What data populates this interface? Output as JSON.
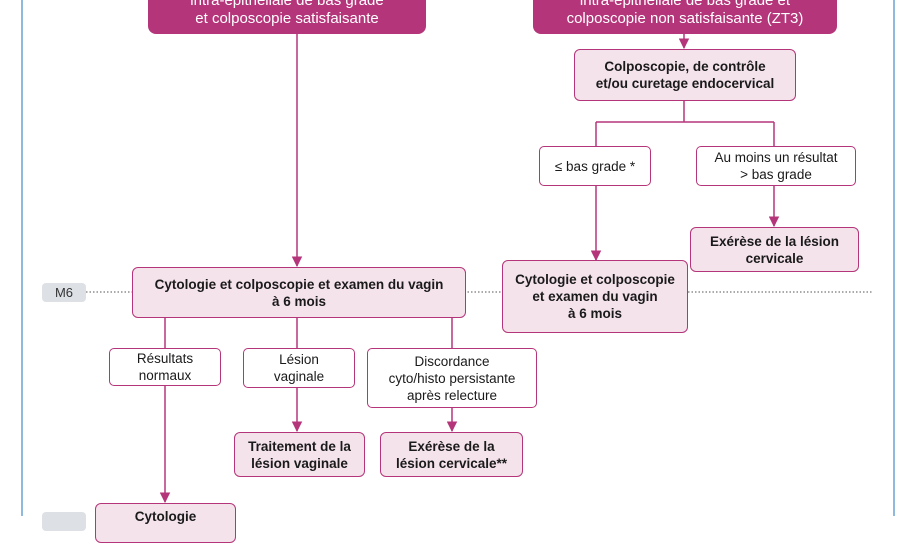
{
  "colors": {
    "accent": "#b5357a",
    "action_fill": "#f5e3ec",
    "frame": "#8fb9dd",
    "marker_fill": "#dde0e4"
  },
  "header_left": {
    "line1": "intra-épithéliale de bas grade",
    "line2": "et colposcopie satisfaisante"
  },
  "header_right": {
    "line1": "intra-épithéliale de bas grade et",
    "line2": "colposcopie non satisfaisante (ZT3)"
  },
  "nodes": {
    "colpo_controle": "Colposcopie, de contrôle\net/ou curetage endocervical",
    "bas_grade": "≤ bas grade *",
    "sup_bas_grade": "Au moins un résultat\n> bas grade",
    "exerese_right": "Exérèse de la lésion\ncervicale",
    "cyto_right": "Cytologie et colposcopie\net examen du vagin\nà 6 mois",
    "cyto_left": "Cytologie et colposcopie et examen du vagin\nà 6 mois",
    "resultats_normaux": "Résultats\nnormaux",
    "lesion_vaginale": "Lésion\nvaginale",
    "discordance": "Discordance\ncyto/histo persistante\naprès relecture",
    "traitement": "Traitement de la\nlésion vaginale",
    "exerese_left": "Exérèse de la\nlésion cervicale**",
    "cytologie_bottom": "Cytologie"
  },
  "markers": {
    "m6": "M6"
  }
}
